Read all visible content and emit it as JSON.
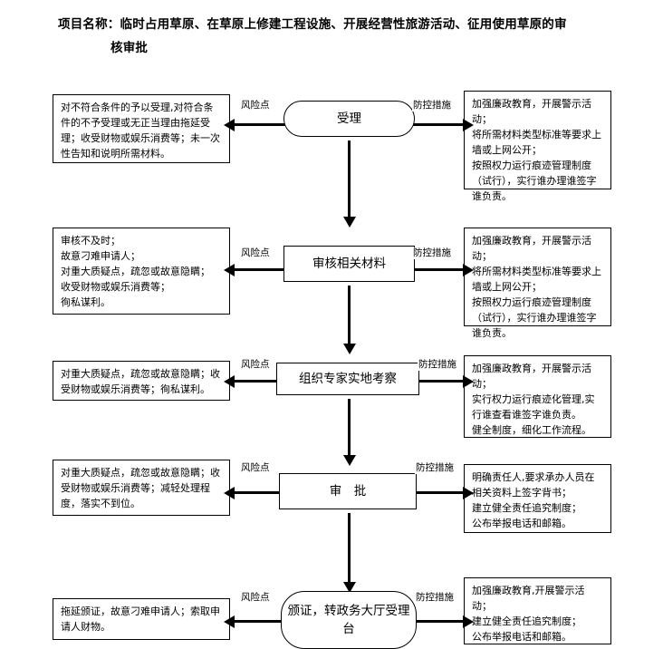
{
  "title": {
    "line1": "项目名称：临时占用草原、在草原上修建工程设施、开展经营性旅游活动、征用使用草原的审",
    "line2": "核审批"
  },
  "edge_labels": {
    "risk": "风险点",
    "control": "防控措施"
  },
  "steps": [
    {
      "id": "accept",
      "node_label": "受理",
      "shape": "stadium",
      "risk_text": "对不符合条件的予以受理,对符合条件的不予受理或无正当理由拖延受理；收受财物或娱乐消费等；未一次性告知和说明所需材料。",
      "control_text": "加强廉政教育，开展警示活动；\n将所需材料类型标准等要求上墙或上网公开；\n按照权力运行痕迹管理制度（试行），实行谁办理谁签字谁负责。"
    },
    {
      "id": "review-materials",
      "node_label": "审核相关材料",
      "shape": "rect",
      "risk_text": "审核不及时；\n故意刁难申请人；\n对重大质疑点，疏忽或故意隐瞒；\n收受财物或娱乐消费等；\n徇私谋利。",
      "control_text": "加强廉政教育，开展警示活动；\n将所需材料类型标准等要求上墙或上网公开；\n按照权力运行痕迹管理制度（试行），实行谁办理谁签字谁负责。"
    },
    {
      "id": "expert-field-survey",
      "node_label": "组织专家实地考察",
      "shape": "rect",
      "risk_text": "对重大质疑点，疏忽或故意隐瞒；收受财物或娱乐消费等；徇私谋利。",
      "control_text": "加强廉政教育，开展警示活动；\n实行权力运行痕迹化管理,实行谁查看谁签字谁负责。\n健全制度，细化工作流程。"
    },
    {
      "id": "approval",
      "node_label": "审　批",
      "shape": "rect",
      "risk_text": "对重大质疑点，疏忽或故意隐瞒；收受财物或娱乐消费等；减轻处理程度，落实不到位。",
      "control_text": "明确责任人,要求承办人员在相关资料上签字背书；\n建立健全责任追究制度；\n公布举报电话和邮箱。"
    },
    {
      "id": "issue-certificate",
      "node_label": "颁证，转政务大厅受理台",
      "shape": "stadium",
      "risk_text": "拖延颁证，故意刁难申请人；索取申请人财物。",
      "control_text": "加强廉政教育,开展警示活动；\n建立健全责任追究制度；\n公布举报电话和邮箱。"
    }
  ],
  "colors": {
    "stroke": "#000000",
    "background": "#ffffff",
    "text": "#000000"
  }
}
